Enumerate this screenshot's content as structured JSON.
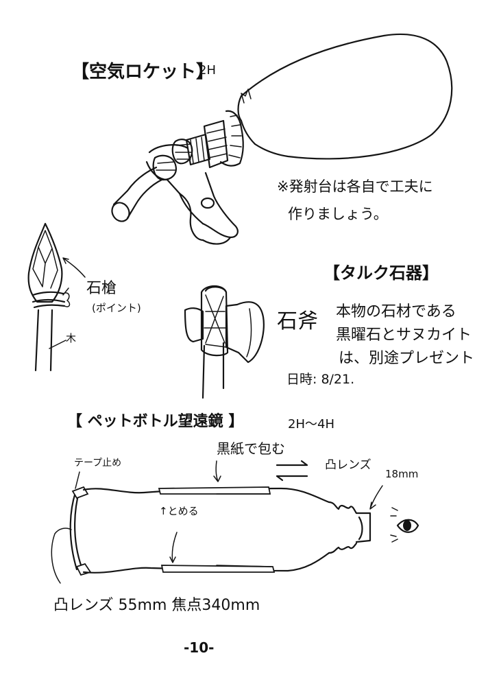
{
  "rocket": {
    "title": "【空気ロケット】",
    "hours": "2H",
    "note_line1": "※発射台は各自で工夫に",
    "note_line2": "作りましょう。"
  },
  "talc": {
    "title": "【タルク石器】",
    "spear_label": "石槍",
    "spear_sub": "(ポイント)",
    "wood_label": "木",
    "axe_label": "石斧",
    "gift_line1": "本物の石材である",
    "gift_line2": "黒曜石とサヌカイト",
    "gift_line3": "は、別途プレゼント",
    "date": "日時: 8/21."
  },
  "telescope": {
    "title": "【 ペットボトル望遠鏡 】",
    "hours": "2H〜4H",
    "tape_label": "テープ止め",
    "black_paper_label": "黒紙で包む",
    "convex_lens_small": "凸レンズ",
    "small_diameter": "18mm",
    "stop_label": "↑とめる",
    "convex_lens_big": "凸レンズ 55mm 焦点340mm"
  },
  "page_number": "-10-"
}
